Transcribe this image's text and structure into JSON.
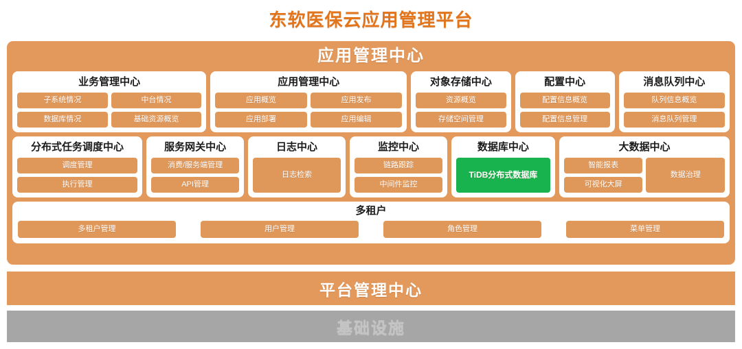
{
  "title": "东软医保云应用管理平台",
  "frame": {
    "header": "应用管理中心"
  },
  "row1": [
    {
      "name": "business-management-center",
      "title": "业务管理中心",
      "cols": [
        {
          "buttons": [
            "子系统情况",
            "数据库情况"
          ]
        },
        {
          "buttons": [
            "中台情况",
            "基础资源概览"
          ]
        }
      ]
    },
    {
      "name": "application-management-center",
      "title": "应用管理中心",
      "cols": [
        {
          "buttons": [
            "应用概览",
            "应用部署"
          ]
        },
        {
          "buttons": [
            "应用发布",
            "应用编辑"
          ]
        }
      ]
    },
    {
      "name": "object-storage-center",
      "title": "对象存储中心",
      "cols": [
        {
          "buttons": [
            "资源概览",
            "存储空间管理"
          ]
        }
      ]
    },
    {
      "name": "configuration-center",
      "title": "配置中心",
      "cols": [
        {
          "buttons": [
            "配置信息概览",
            "配置信息管理"
          ]
        }
      ]
    },
    {
      "name": "message-queue-center",
      "title": "消息队列中心",
      "cols": [
        {
          "buttons": [
            "队列信息概览",
            "消息队列管理"
          ]
        }
      ]
    }
  ],
  "row2": [
    {
      "name": "distributed-task-scheduling-center",
      "title": "分布式任务调度中心",
      "cols": [
        {
          "buttons": [
            "调度管理",
            "执行管理"
          ]
        }
      ]
    },
    {
      "name": "service-gateway-center",
      "title": "服务网关中心",
      "cols": [
        {
          "buttons": [
            "消费/服务端管理",
            "API管理"
          ]
        }
      ]
    },
    {
      "name": "log-center",
      "title": "日志中心",
      "cols": [
        {
          "buttons": [
            "日志检索"
          ]
        }
      ]
    },
    {
      "name": "monitoring-center",
      "title": "监控中心",
      "cols": [
        {
          "buttons": [
            "链路跟踪",
            "中间件监控"
          ]
        }
      ]
    },
    {
      "name": "database-center",
      "title": "数据库中心",
      "cols": [
        {
          "buttons": [
            "TiDB分布式数据库"
          ]
        }
      ]
    },
    {
      "name": "big-data-center",
      "title": "大数据中心",
      "cols": [
        {
          "buttons": [
            "智能报表",
            "可视化大屏"
          ]
        },
        {
          "buttons": [
            "数据治理"
          ]
        }
      ]
    }
  ],
  "tenant": {
    "title": "多租户",
    "buttons": [
      "多租户管理",
      "用户管理",
      "角色管理",
      "菜单管理"
    ]
  },
  "bars": {
    "platform": "平台管理中心",
    "infrastructure": "基础设施"
  },
  "colors": {
    "title_orange": "#E2751C",
    "frame_orange": "#E4995C",
    "button_orange": "#E0975A",
    "tidb_green": "#18B24F",
    "infra_gray": "#A6A6A6"
  }
}
